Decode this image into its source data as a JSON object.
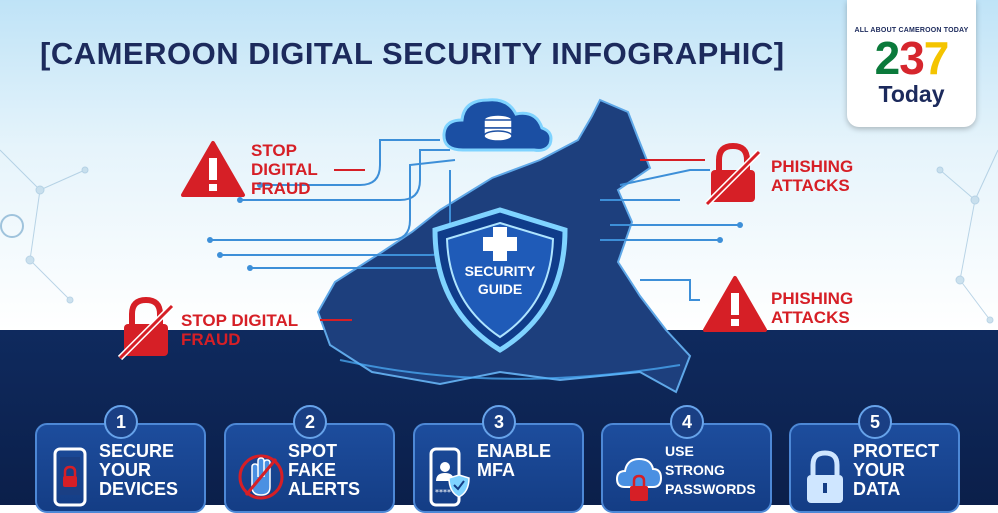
{
  "title": "[CAMEROON DIGITAL SECURITY INFOGRAPHIC]",
  "logo": {
    "tagline": "ALL ABOUT CAMEROON TODAY",
    "number_parts": [
      "2",
      "3",
      "7"
    ],
    "word": "Today"
  },
  "center": {
    "shield_label_line1": "SECURITY",
    "shield_label_line2": "GUIDE",
    "cloud_icon": "cloud-database-icon"
  },
  "warnings": [
    {
      "label_line1": "STOP",
      "label_line2": "DIGITAL",
      "label_line3": "FRAUD",
      "icon": "warning-triangle-icon"
    },
    {
      "label_line1": "PHISHING",
      "label_line2": "ATTACKS",
      "icon": "crossed-lock-icon"
    },
    {
      "label_line1": "STOP DIGITAL",
      "label_line2": "FRAUD",
      "icon": "crossed-lock-icon"
    },
    {
      "label_line1": "PHISHING",
      "label_line2": "ATTACKS",
      "icon": "warning-triangle-icon"
    }
  ],
  "steps": [
    {
      "number": "1",
      "label": "SECURE\nYOUR\nDEVICES",
      "icon": "phone-lock-icon"
    },
    {
      "number": "2",
      "label": "SPOT\nFAKE\nALERTS",
      "icon": "hand-stop-icon"
    },
    {
      "number": "3",
      "label": "ENABLE\nMFA",
      "icon": "phone-shield-icon"
    },
    {
      "number": "4",
      "label": "USE\nSTRONG\nPASSWORDS",
      "icon": "cloud-lock-icon"
    },
    {
      "number": "5",
      "label": "PROTECT\nYOUR\nDATA",
      "icon": "padlock-icon"
    }
  ],
  "colors": {
    "navy": "#1c2a5c",
    "alert_red": "#d61f26",
    "card_blue": "#1d4d9d",
    "glow_blue": "#7fd3ff"
  }
}
